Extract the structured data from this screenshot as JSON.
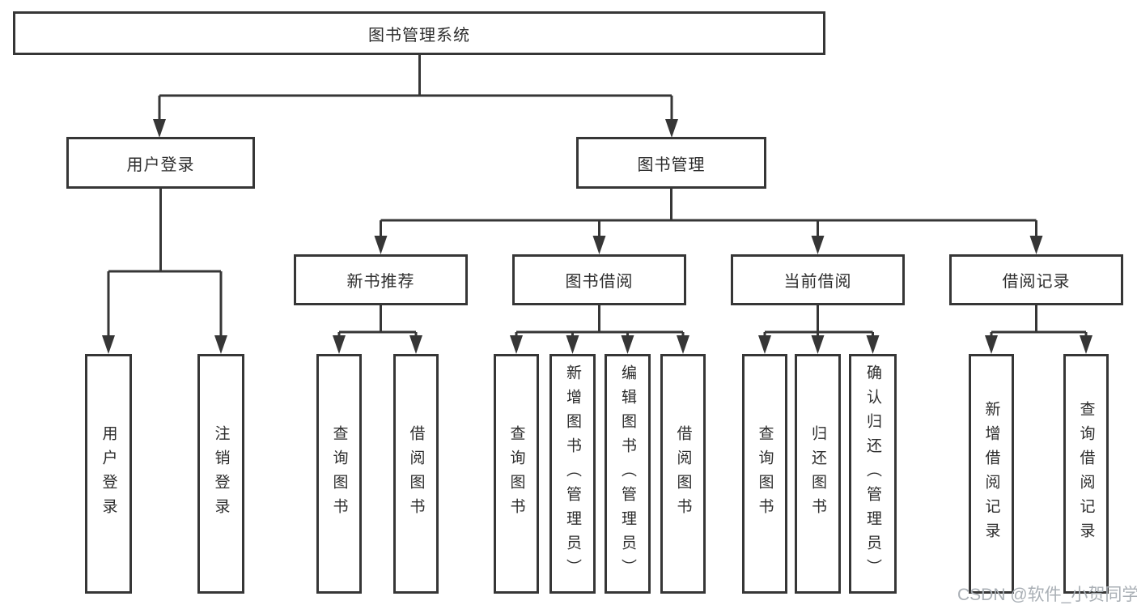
{
  "diagram": {
    "root": {
      "label": "图书管理系统"
    },
    "branches": [
      {
        "label": "用户登录",
        "children": [
          "用户登录",
          "注销登录"
        ]
      },
      {
        "label": "图书管理",
        "groups": [
          {
            "label": "新书推荐",
            "children": [
              "查询图书",
              "借阅图书"
            ]
          },
          {
            "label": "图书借阅",
            "children": [
              "查询图书",
              "新增图书（管理员）",
              "编辑图书（管理员）",
              "借阅图书"
            ]
          },
          {
            "label": "当前借阅",
            "children": [
              "查询图书",
              "归还图书",
              "确认归还（管理员）"
            ]
          },
          {
            "label": "借阅记录",
            "children": [
              "新增借阅记录",
              "查询借阅记录"
            ]
          }
        ]
      }
    ]
  },
  "watermark": "CSDN @软件_小贺同学",
  "colors": {
    "line": "#363636",
    "text": "#2d2d2d",
    "watermark": "#a9afb5",
    "background": "#ffffff"
  }
}
